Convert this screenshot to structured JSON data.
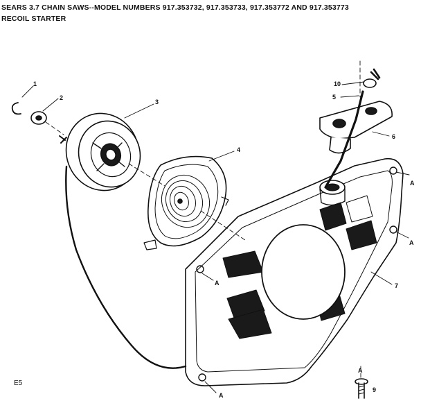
{
  "header": {
    "title": "SEARS 3.7 CHAIN SAWS--MODEL NUMBERS 917.353732, 917.353733, 917.353772 AND 917.353773",
    "subtitle": "RECOIL STARTER"
  },
  "parts": [
    {
      "ref": "1"
    },
    {
      "ref": "2"
    },
    {
      "ref": "3"
    },
    {
      "ref": "4"
    },
    {
      "ref": "5"
    },
    {
      "ref": "6"
    },
    {
      "ref": "7"
    },
    {
      "ref": "9"
    },
    {
      "ref": "10"
    }
  ],
  "attachment_labels": [
    "A",
    "A",
    "A",
    "A",
    "A"
  ],
  "page_code": "E5",
  "colors": {
    "ink": "#111111",
    "paper": "#ffffff"
  }
}
